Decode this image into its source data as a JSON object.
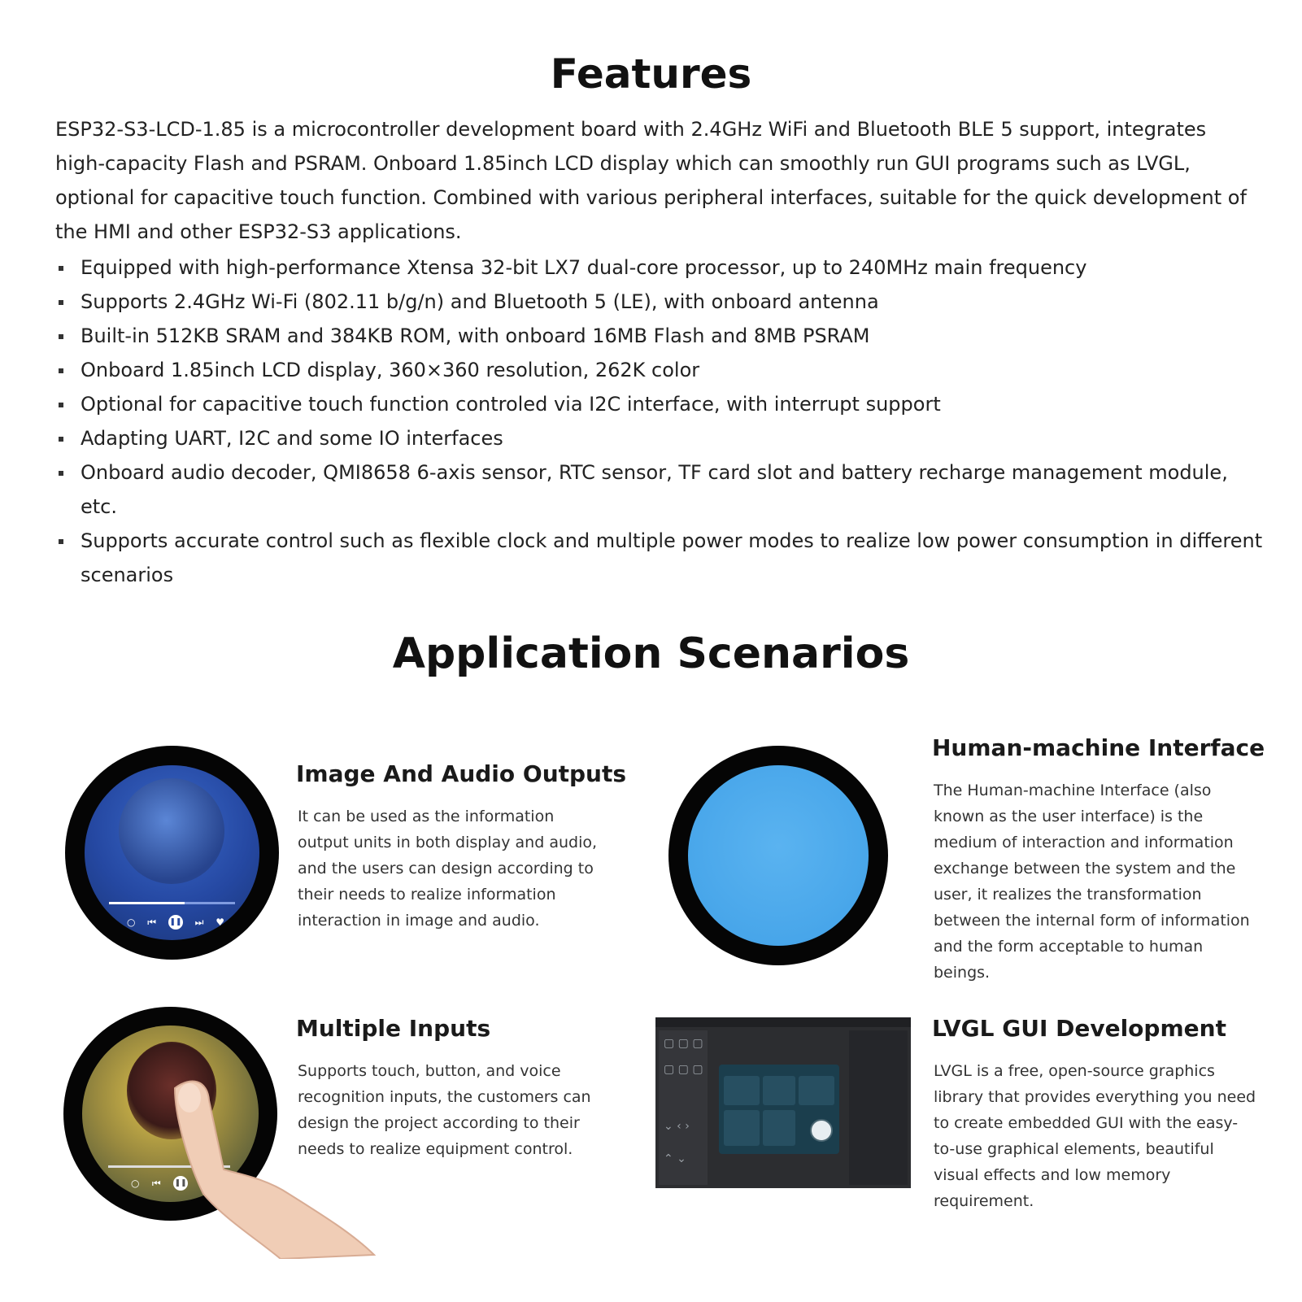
{
  "features": {
    "title": "Features",
    "intro": "ESP32-S3-LCD-1.85 is a microcontroller development board with 2.4GHz WiFi and Bluetooth BLE 5 support, integrates high-capacity Flash and PSRAM. Onboard 1.85inch LCD display which can smoothly run GUI programs such as LVGL, optional for capacitive touch function. Combined with various peripheral interfaces, suitable for the quick development of the HMI and other ESP32-S3 applications.",
    "bullets": [
      "Equipped with high-performance Xtensa 32-bit LX7 dual-core processor, up to 240MHz main frequency",
      "Supports 2.4GHz Wi-Fi (802.11 b/g/n) and Bluetooth 5 (LE), with onboard antenna",
      "Built-in 512KB SRAM and 384KB ROM, with onboard 16MB Flash and 8MB PSRAM",
      "Onboard 1.85inch LCD display, 360×360 resolution, 262K color",
      "Optional for capacitive touch function controled via I2C interface, with interrupt support",
      "Adapting UART, I2C and some IO interfaces",
      "Onboard audio decoder, QMI8658 6-axis sensor, RTC sensor, TF card slot and battery recharge management module, etc.",
      "Supports accurate control such as flexible clock and multiple power modes to realize low power consumption in different scenarios"
    ]
  },
  "scenarios": {
    "title": "Application Scenarios",
    "cards": [
      {
        "title": "Image And Audio Outputs",
        "text": "It can be used as the information output units in both display and audio, and the users can design according to their needs to realize information interaction in image and audio.",
        "icon": "round-lcd-music-player"
      },
      {
        "title": "Human-machine Interface",
        "text": "The Human-machine Interface (also known as the user interface) is the medium of interaction and information exchange between the system and the user, it realizes the transformation between the internal form of information and the form acceptable to human beings.",
        "icon": "round-lcd-blue-screen"
      },
      {
        "title": "Multiple Inputs",
        "text": "Supports touch, button, and voice recognition inputs, the customers can design the project according to their needs to realize equipment control.",
        "icon": "round-lcd-touch"
      },
      {
        "title": "LVGL GUI Development",
        "text": "LVGL is a free, open-source graphics library that provides everything you need to create embedded GUI with the easy-to-use graphical elements, beautiful visual effects and low memory requirement.",
        "icon": "lvgl-editor-screenshot"
      }
    ]
  }
}
